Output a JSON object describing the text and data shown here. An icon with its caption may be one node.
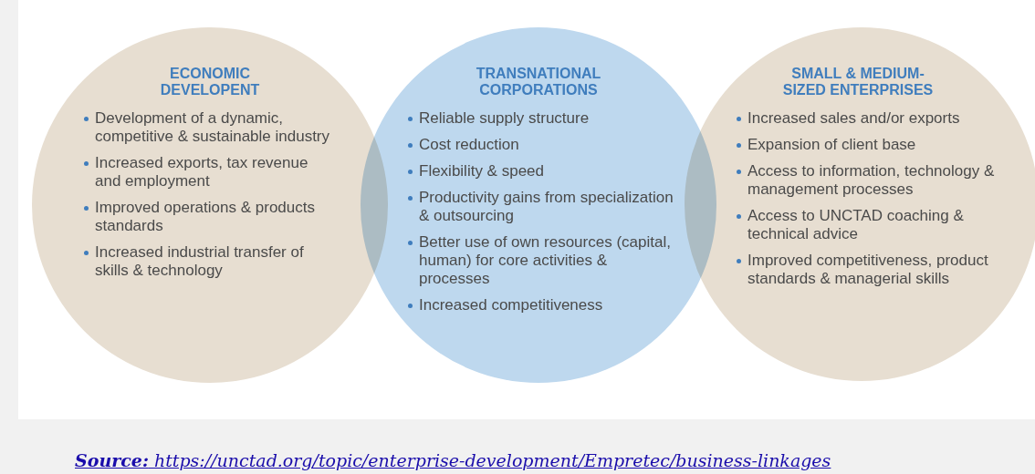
{
  "diagram": {
    "caption": "**Source:** https://unctad.org/topic/enterprise-development/Empretec/business-linkages",
    "nodes": [
      {
        "text": [
          "ECONOMIC DEVELOPENT",
          "Development of a dynamic, competitive & sustainable industry",
          "Increased exports, tax revenue and employment",
          "Improved operations & products standards",
          "Increased industrial transfer of skills & technology"
        ]
      },
      {
        "text": [
          "TRANSNATIONAL CORPORATIONS",
          "Reliable supply structure",
          "Cost reduction",
          "Flexibility & speed",
          "Productivity gains from specialization & outsourcing",
          "Better use of own resources (capital, human) for core activities & processes",
          "Increased competitiveness"
        ]
      },
      {
        "text": [
          "SMALL & MEDIUM-SIZED ENTERPRISES",
          "Increased sales and/or exports",
          "Expansion of client base",
          "Access to information, technology & management processes",
          "Access to UNCTAD coaching & technical advice",
          "Improved competitiveness, product standards & managerial skills"
        ]
      }
    ]
  }
}
